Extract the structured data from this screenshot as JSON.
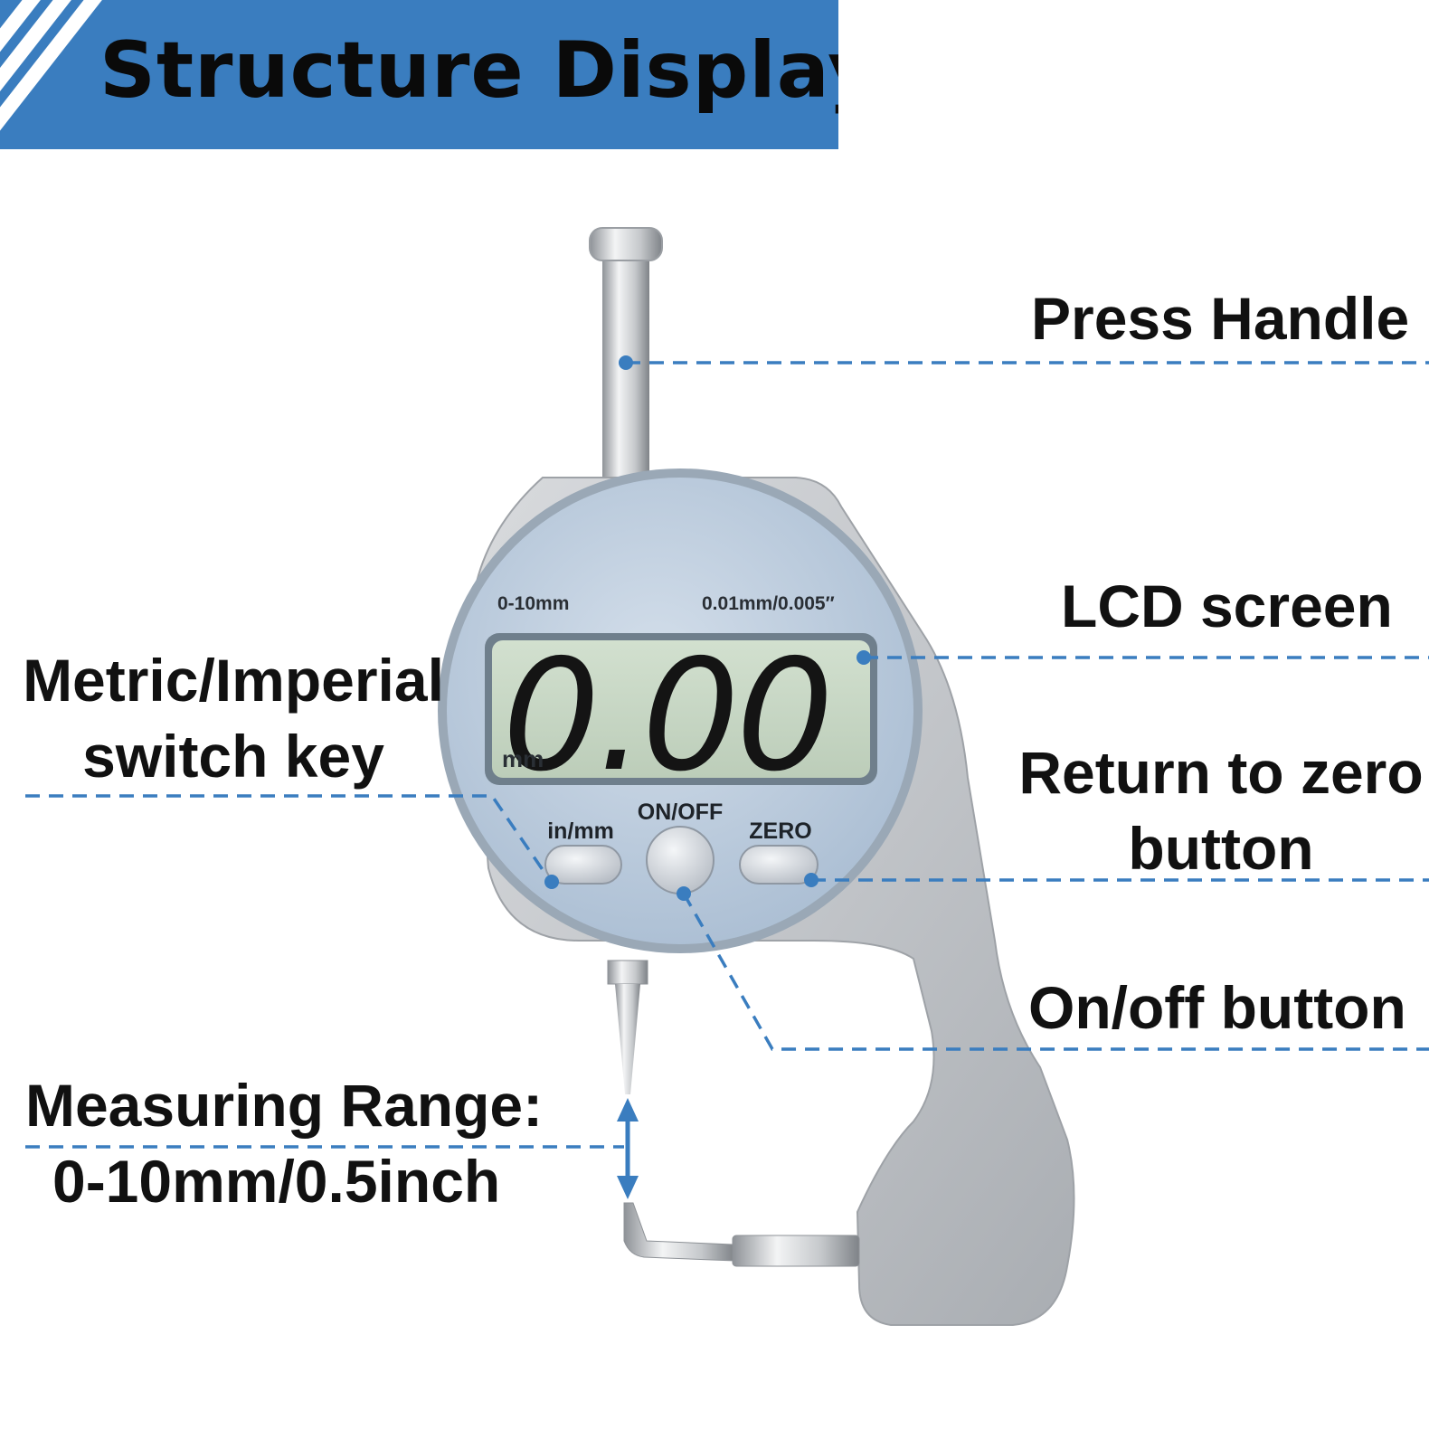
{
  "banner": {
    "title": "Structure Display"
  },
  "device": {
    "range_marking": "0-10mm",
    "resolution_marking": "0.01mm/0.005″",
    "lcd_reading": "0.00",
    "lcd_unit": "mm",
    "key_unit_label": "in/mm",
    "key_power_label": "ON/OFF",
    "key_zero_label": "ZERO"
  },
  "callouts": {
    "press_handle": "Press Handle",
    "lcd_screen": "LCD screen",
    "switch_key_line1": "Metric/Imperial",
    "switch_key_line2": "switch key",
    "zero_button_line1": "Return to zero",
    "zero_button_line2": "button",
    "onoff_button": "On/off button",
    "range_line1": "Measuring Range:",
    "range_line2": "0-10mm/0.5inch"
  },
  "colors": {
    "accent": "#3a7dbf",
    "lcd": "#c9d9c6",
    "dial": "#b4c7dc",
    "body": "#c6c9cd"
  }
}
